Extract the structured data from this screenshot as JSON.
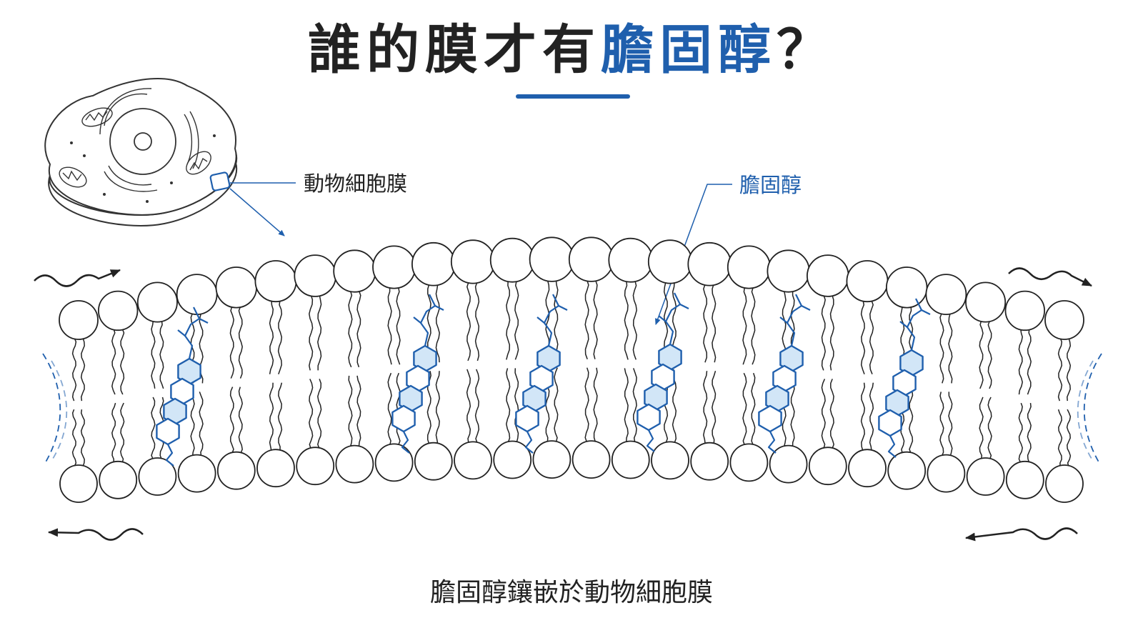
{
  "title": {
    "prefix": "誰的膜才有",
    "highlight": "膽固醇",
    "suffix": "？"
  },
  "labels": {
    "animal_membrane": "動物細胞膜",
    "cholesterol": "膽固醇"
  },
  "caption": "膽固醇鑲嵌於動物細胞膜",
  "colors": {
    "accent": "#1f5fad",
    "ink": "#222222",
    "cholesterol_fill": "#d2e6f7"
  }
}
